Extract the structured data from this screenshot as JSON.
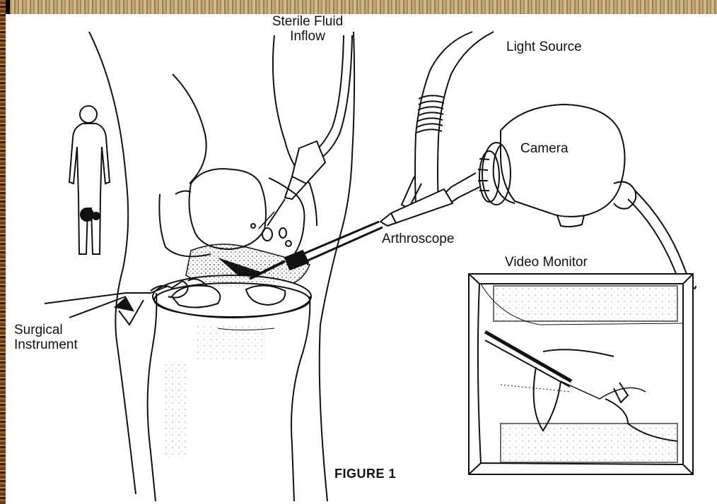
{
  "labels": {
    "sterile_fluid_inflow_line1": "Sterile Fluid",
    "sterile_fluid_inflow_line2": "Inflow",
    "light_source": "Light Source",
    "camera": "Camera",
    "arthroscope": "Arthroscope",
    "video_monitor": "Video Monitor",
    "surgical_instrument_line1": "Surgical",
    "surgical_instrument_line2": "Instrument"
  },
  "caption": "FIGURE 1",
  "colors": {
    "frame_wood": "#b8a070",
    "frame_dark": "#6b3a1e",
    "line": "#111111",
    "background": "#ffffff"
  }
}
